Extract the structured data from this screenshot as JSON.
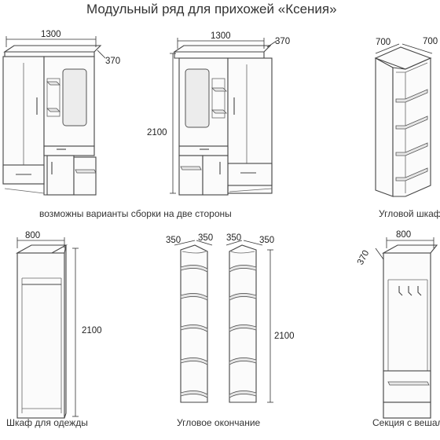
{
  "title": "Модульный ряд для прихожей «Ксения»",
  "captions": {
    "assembly": "возможны варианты сборки на две стороны",
    "corner_cabinet": "Угловой шкаф",
    "wardrobe": "Шкаф для одежды",
    "corner_end": "Угловое окончание",
    "hanger_section": "Секция с вешалкой"
  },
  "dimensions": {
    "left_width": "1300",
    "left_depth": "370",
    "mid_width": "1300",
    "mid_depth": "370",
    "mid_height": "2100",
    "corner_w1": "700",
    "corner_w2": "700",
    "wardrobe_width": "800",
    "wardrobe_height": "2100",
    "end_a1": "350",
    "end_a2": "350",
    "end_b1": "350",
    "end_b2": "350",
    "end_height": "2100",
    "hanger_width": "800",
    "hanger_depth": "370"
  }
}
